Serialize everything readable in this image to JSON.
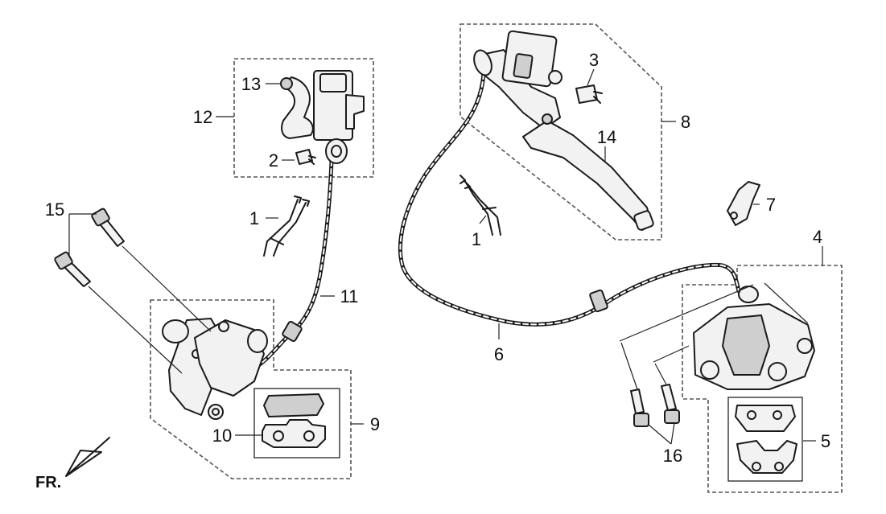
{
  "direction_label": "FR.",
  "callouts": {
    "c1a": "1",
    "c1b": "1",
    "c2": "2",
    "c3": "3",
    "c4": "4",
    "c5": "5",
    "c6": "6",
    "c7": "7",
    "c8": "8",
    "c9": "9",
    "c10": "10",
    "c11": "11",
    "c12": "12",
    "c13": "13",
    "c14": "14",
    "c15": "15",
    "c16": "16"
  }
}
